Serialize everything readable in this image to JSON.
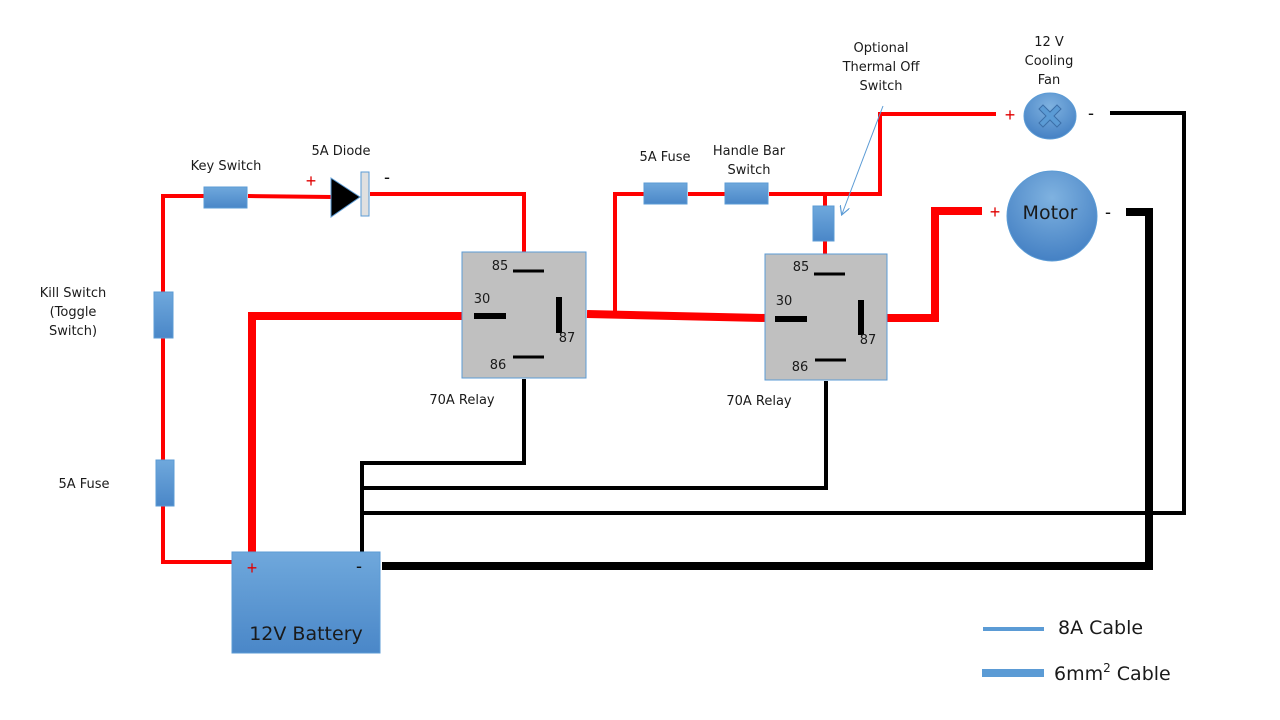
{
  "diagram": {
    "colors": {
      "positive_wire": "#ff0000",
      "ground_wire": "#000000",
      "component_fill": "#5b9bd5",
      "relay_fill": "#c0c0c0",
      "relay_border": "#5b9bd5",
      "polarity_red": "#e00000"
    },
    "components": {
      "key_switch": {
        "label": "Key Switch"
      },
      "diode": {
        "label": "5A Diode",
        "plus": "+",
        "minus": "-"
      },
      "kill_switch": {
        "label_lines": [
          "Kill Switch",
          "(Toggle",
          "Switch)"
        ]
      },
      "fuse_left": {
        "label": "5A Fuse"
      },
      "fuse_top": {
        "label": "5A Fuse"
      },
      "handle_bar_switch": {
        "label_lines": [
          "Handle Bar",
          "Switch"
        ]
      },
      "thermal_switch": {
        "label_lines": [
          "Optional",
          "Thermal Off",
          "Switch"
        ]
      },
      "fan": {
        "label_lines": [
          "12 V",
          "Cooling",
          "Fan"
        ],
        "plus": "+",
        "minus": "-"
      },
      "motor": {
        "label": "Motor",
        "plus": "+",
        "minus": "-"
      },
      "battery": {
        "label": "12V Battery",
        "plus": "+",
        "minus": "-"
      },
      "relay1": {
        "label": "70A Relay",
        "pins": {
          "p85": "85",
          "p30": "30",
          "p87": "87",
          "p86": "86"
        }
      },
      "relay2": {
        "label": "70A Relay",
        "pins": {
          "p85": "85",
          "p30": "30",
          "p87": "87",
          "p86": "86"
        }
      }
    },
    "legend": [
      {
        "label": "8A Cable",
        "superscript": ""
      },
      {
        "label_main": "6mm",
        "superscript": "2",
        "label_rest": " Cable"
      }
    ]
  }
}
